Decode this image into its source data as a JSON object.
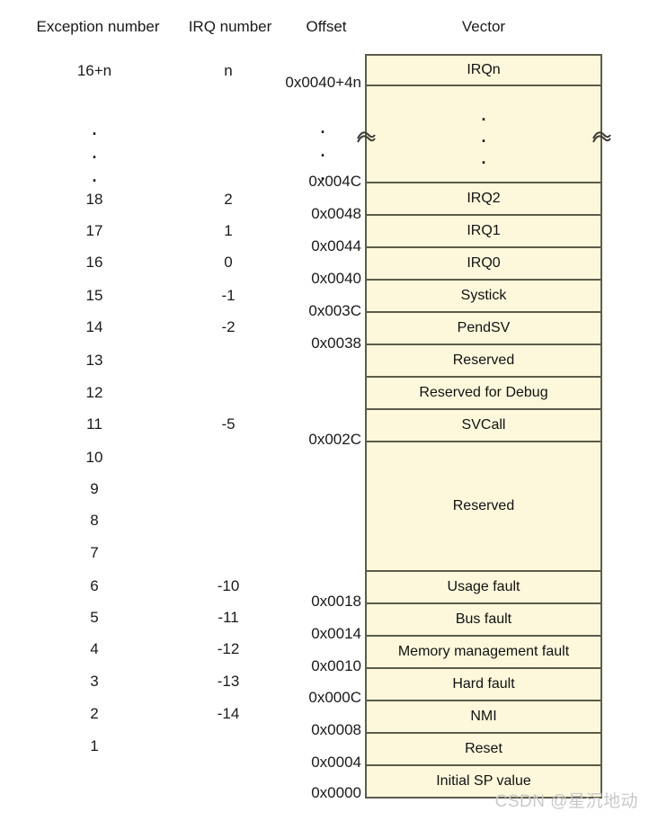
{
  "figure": {
    "title": "Cortex-M Exception Vector Table",
    "cell_fill": "#FDF8DC",
    "cell_border": "#5C5C4A",
    "text_color": "#111111"
  },
  "headers": {
    "exception_number": "Exception number",
    "irq_number": "IRQ number",
    "offset": "Offset",
    "vector": "Vector"
  },
  "dots_glyph": ".",
  "rows": [
    {
      "exception": "16+n",
      "irq": "n",
      "offset": "0x0040+4n",
      "vector": "IRQn"
    },
    {
      "exception": "",
      "irq": "",
      "offset": "",
      "vector": ""
    },
    {
      "exception": "18",
      "irq": "2",
      "offset": "0x004C",
      "vector": "IRQ2"
    },
    {
      "exception": "17",
      "irq": "1",
      "offset": "0x0048",
      "vector": "IRQ1"
    },
    {
      "exception": "16",
      "irq": "0",
      "offset": "0x0044",
      "vector": "IRQ0"
    },
    {
      "exception": "15",
      "irq": "-1",
      "offset": "0x0040",
      "vector": "Systick"
    },
    {
      "exception": "14",
      "irq": "-2",
      "offset": "0x003C",
      "vector": "PendSV"
    },
    {
      "exception": "13",
      "irq": "",
      "offset": "0x0038",
      "vector": "Reserved"
    },
    {
      "exception": "12",
      "irq": "",
      "offset": "",
      "vector": "Reserved for Debug"
    },
    {
      "exception": "11",
      "irq": "-5",
      "offset": "",
      "vector": "SVCall"
    },
    {
      "exception": "10",
      "irq": "",
      "offset": "0x002C",
      "vector": "Reserved"
    },
    {
      "exception": "9",
      "irq": "",
      "offset": "",
      "vector": ""
    },
    {
      "exception": "8",
      "irq": "",
      "offset": "",
      "vector": ""
    },
    {
      "exception": "7",
      "irq": "",
      "offset": "",
      "vector": ""
    },
    {
      "exception": "6",
      "irq": "-10",
      "offset": "",
      "vector": "Usage fault"
    },
    {
      "exception": "5",
      "irq": "-11",
      "offset": "0x0018",
      "vector": "Bus fault"
    },
    {
      "exception": "4",
      "irq": "-12",
      "offset": "0x0014",
      "vector": "Memory management fault"
    },
    {
      "exception": "3",
      "irq": "-13",
      "offset": "0x0010",
      "vector": "Hard fault"
    },
    {
      "exception": "2",
      "irq": "-14",
      "offset": "0x000C",
      "vector": "NMI"
    },
    {
      "exception": "1",
      "irq": "",
      "offset": "0x0008",
      "vector": "Reset"
    },
    {
      "exception": "",
      "irq": "",
      "offset": "0x0004",
      "vector": "Initial SP value"
    },
    {
      "exception": "",
      "irq": "",
      "offset": "0x0000",
      "vector": ""
    }
  ],
  "exception_column": [
    "16+n",
    "18",
    "17",
    "16",
    "15",
    "14",
    "13",
    "12",
    "11",
    "10",
    "9",
    "8",
    "7",
    "6",
    "5",
    "4",
    "3",
    "2",
    "1"
  ],
  "irq_column": [
    "n",
    "2",
    "1",
    "0",
    "-1",
    "-2",
    "-5",
    "-10",
    "-11",
    "-12",
    "-13",
    "-14"
  ],
  "offset_column": [
    "0x0040+4n",
    "0x004C",
    "0x0048",
    "0x0044",
    "0x0040",
    "0x003C",
    "0x0038",
    "0x002C",
    "0x0018",
    "0x0014",
    "0x0010",
    "0x000C",
    "0x0008",
    "0x0004",
    "0x0000"
  ],
  "vector_cells": [
    "IRQn",
    "IRQ2",
    "IRQ1",
    "IRQ0",
    "Systick",
    "PendSV",
    "Reserved",
    "Reserved for Debug",
    "SVCall",
    "Reserved",
    "Usage fault",
    "Bus fault",
    "Memory management fault",
    "Hard fault",
    "NMI",
    "Reset",
    "Initial SP value"
  ],
  "watermark": "CSDN @星沉地动"
}
